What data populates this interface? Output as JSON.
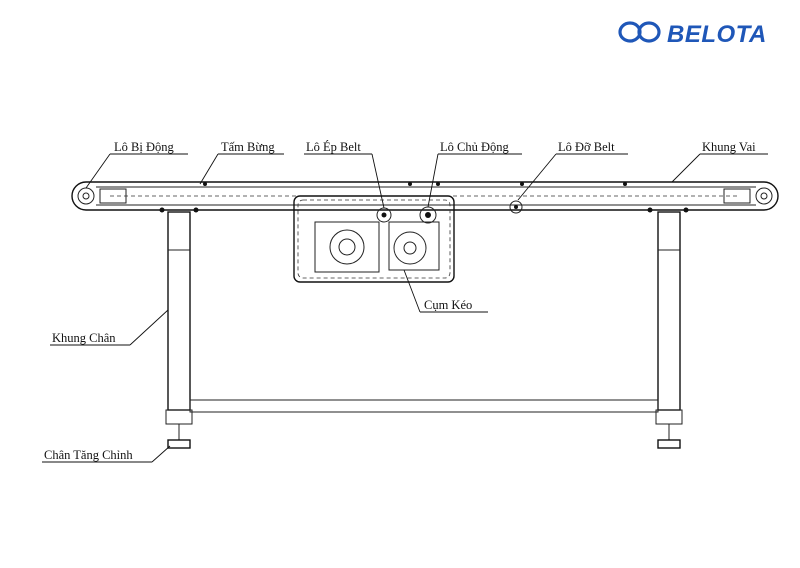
{
  "brand": {
    "name": "BELOTA",
    "color": "#1f57b8",
    "icon": "infinity-icon"
  },
  "labels": {
    "passive_roller": "Lô Bị Động",
    "slider_plate": "Tấm Bừng",
    "belt_press_roller": "Lô Ép Belt",
    "drive_roller": "Lô Chủ Động",
    "belt_support_roller": "Lô Đỡ Belt",
    "side_frame": "Khung Vai",
    "leg_frame": "Khung Chân",
    "drive_unit": "Cụm Kéo",
    "adjustable_foot": "Chân Tăng Chỉnh"
  }
}
